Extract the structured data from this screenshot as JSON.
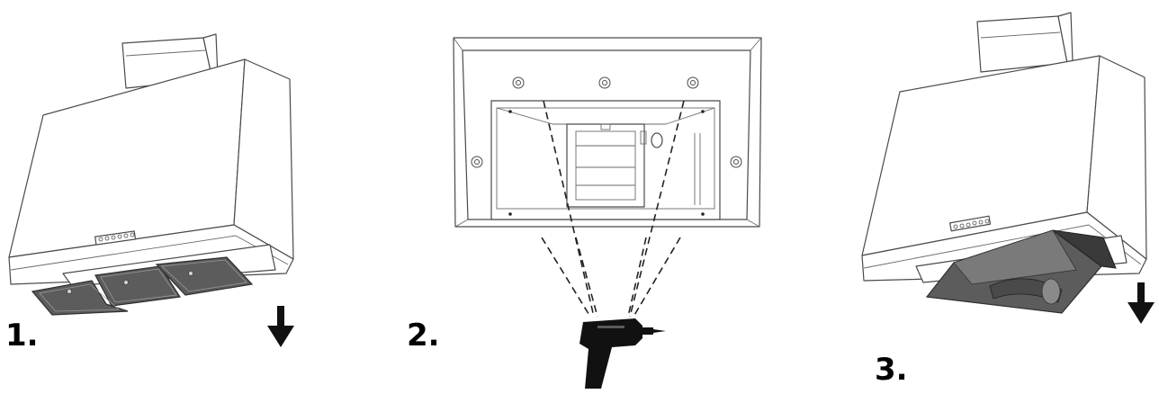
{
  "steps": [
    {
      "label": "1."
    },
    {
      "label": "2."
    },
    {
      "label": "3."
    }
  ],
  "colors": {
    "line": "#4a4a4a",
    "filter": "#5c5c5c",
    "arrow": "#111111",
    "background": "#ffffff"
  },
  "icons": [
    "down-arrow-icon",
    "drill-icon"
  ]
}
